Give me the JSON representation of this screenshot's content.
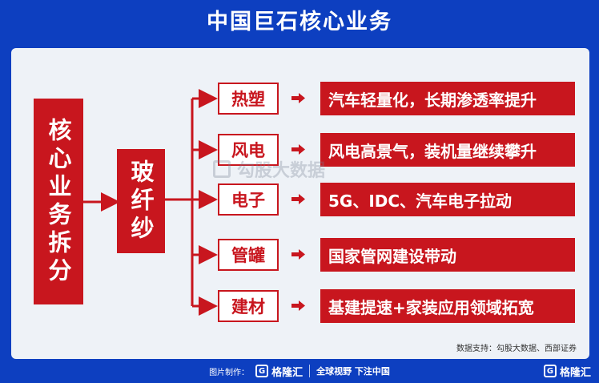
{
  "title": "中国巨石核心业务",
  "root": "核心业务拆分",
  "mid": "玻纤纱",
  "rows": [
    {
      "tag": "热塑",
      "desc": "汽车轻量化，长期渗透率提升"
    },
    {
      "tag": "风电",
      "desc": "风电高景气，装机量继续攀升"
    },
    {
      "tag": "电子",
      "desc": "5G、IDC、汽车电子拉动"
    },
    {
      "tag": "管罐",
      "desc": "国家管网建设带动"
    },
    {
      "tag": "建材",
      "desc": "基建提速+家装应用领域拓宽"
    }
  ],
  "watermark": "勾股大数据",
  "source": "数据支持：勾股大数据、西部证券",
  "footer": {
    "made_by": "图片制作：",
    "brand": "格隆汇",
    "slogan": "全球视野 下注中国"
  },
  "colors": {
    "background": "#0d3fc0",
    "accent": "#c8161e",
    "panel": "#eef2f7"
  },
  "icons": [
    "arrow-right-icon",
    "gelonghui-logo-icon"
  ]
}
